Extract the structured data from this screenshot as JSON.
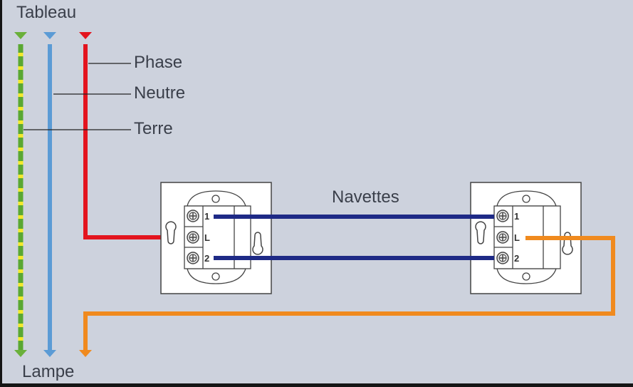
{
  "title_top": "Tableau",
  "title_bottom": "Lampe",
  "legend": {
    "phase": "Phase",
    "neutre": "Neutre",
    "terre": "Terre"
  },
  "navettes_label": "Navettes",
  "switch_left": {
    "terminals": [
      "1",
      "L",
      "2"
    ]
  },
  "switch_right": {
    "terminals": [
      "1",
      "L",
      "2"
    ]
  },
  "colors": {
    "phase": "#e3141e",
    "neutre": "#5b9bd5",
    "terre_green": "#5aa832",
    "terre_yellow": "#f2e92a",
    "navette": "#1e2a86",
    "retour": "#f08a1e",
    "background": "#cdd2dd"
  }
}
